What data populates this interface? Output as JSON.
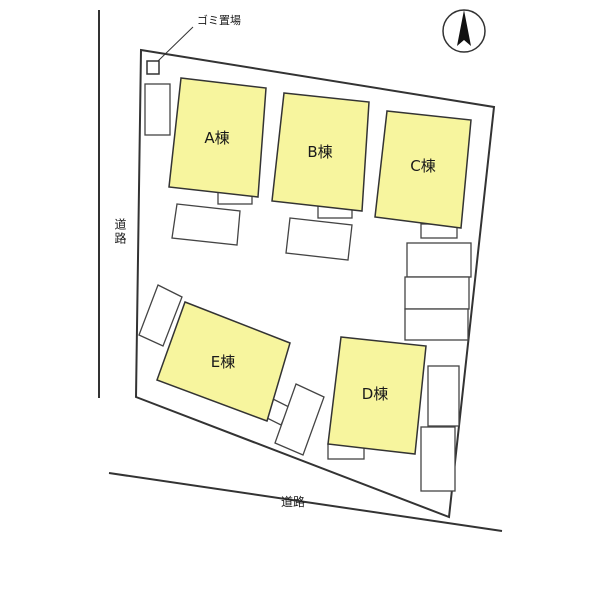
{
  "map": {
    "north_arrow": {
      "icon": "north-arrow-icon"
    },
    "garbage_label": "ゴミ置場",
    "road_west_label": "道路",
    "road_south_label": "道路",
    "buildings": [
      {
        "id": "A",
        "label": "A棟"
      },
      {
        "id": "B",
        "label": "B棟"
      },
      {
        "id": "C",
        "label": "C棟"
      },
      {
        "id": "D",
        "label": "D棟"
      },
      {
        "id": "E",
        "label": "E棟"
      }
    ],
    "colors": {
      "building_fill": "#f7f59e",
      "outline": "#333333",
      "background": "#ffffff"
    }
  }
}
